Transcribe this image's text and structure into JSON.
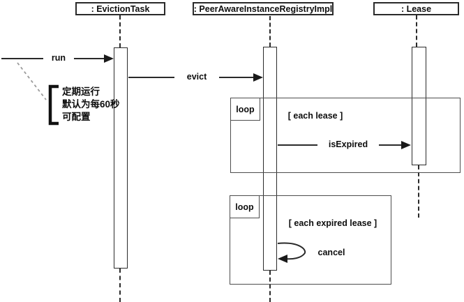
{
  "diagram": {
    "type": "uml-sequence",
    "lifelines": [
      {
        "label": ": EvictionTask"
      },
      {
        "label": ": PeerAwareInstanceRegistryImpl"
      },
      {
        "label": ": Lease"
      }
    ],
    "messages": {
      "run": "run",
      "evict": "evict",
      "is_expired": "isExpired",
      "cancel": "cancel"
    },
    "fragments": [
      {
        "operator": "loop",
        "guard": "[ each lease ]"
      },
      {
        "operator": "loop",
        "guard": "[ each expired lease ]"
      }
    ],
    "note": {
      "lines": [
        "定期运行",
        "默认为每60秒",
        "可配置"
      ]
    },
    "colors": {
      "line": "#2a2a2a",
      "frame": "#4d4d4d",
      "text": "#0d0d0d",
      "note_dash": "#9b9b9b",
      "background": "#ffffff"
    }
  }
}
